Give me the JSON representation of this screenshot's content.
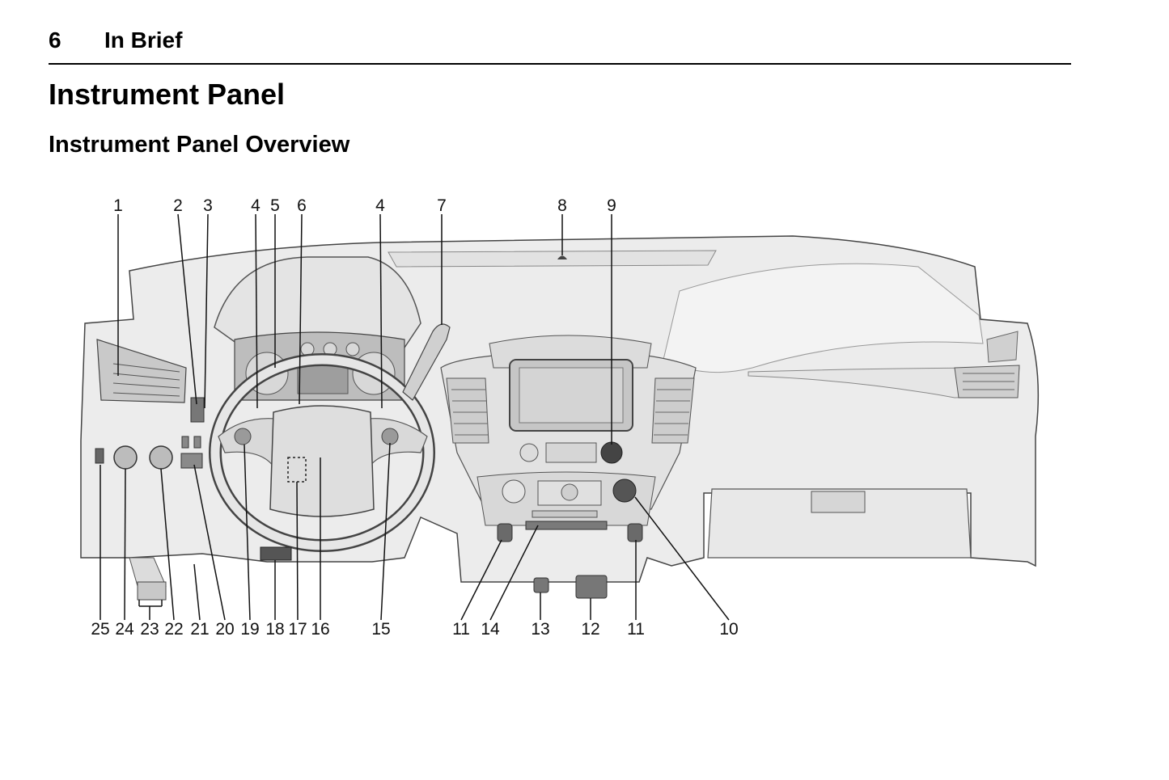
{
  "header": {
    "page_number": "6",
    "section": "In Brief"
  },
  "title": "Instrument Panel",
  "subtitle": "Instrument Panel Overview",
  "figure": {
    "top_callouts": [
      "1",
      "2",
      "3",
      "4",
      "5",
      "6",
      "4",
      "7",
      "8",
      "9"
    ],
    "bottom_callouts": [
      "25",
      "24",
      "23",
      "22",
      "21",
      "20",
      "19",
      "18",
      "17",
      "16",
      "15",
      "11",
      "14",
      "13",
      "12",
      "11",
      "10"
    ]
  },
  "colors": {
    "line": "#111111",
    "panel_fill": "#ececec",
    "panel_shadow": "#cfcfcf",
    "panel_dark": "#555555"
  }
}
